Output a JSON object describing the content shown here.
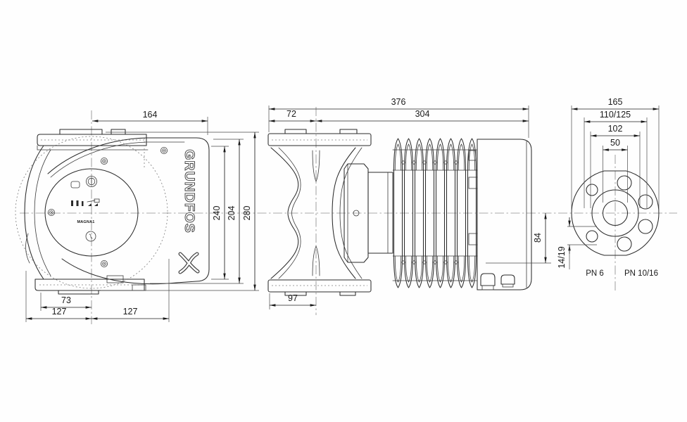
{
  "colors": {
    "line": "#2b2b2b",
    "centerline": "#8f8f8f",
    "background": "#fefefe"
  },
  "branding": {
    "logo_text": "GRUNDFOS",
    "model_label": "MAGNA1"
  },
  "front_view": {
    "dim_width_top": "164",
    "dim_height_240": "240",
    "dim_height_204": "204",
    "dim_height_280": "280",
    "dim_foot_73": "73",
    "dim_port_left_127": "127",
    "dim_port_right_127": "127"
  },
  "side_view": {
    "dim_length_total": "376",
    "dim_flange_to_center": "72",
    "dim_center_to_end": "304",
    "dim_foot_97": "97",
    "dim_axis_to_bottom_84": "84"
  },
  "end_view": {
    "dim_flange_165": "165",
    "dim_bolt_circle": "110/125",
    "dim_raised_face": "102",
    "dim_bore": "50",
    "dim_bolt_hole": "14/19",
    "label_pn6": "PN 6",
    "label_pn10_16": "PN 10/16"
  }
}
